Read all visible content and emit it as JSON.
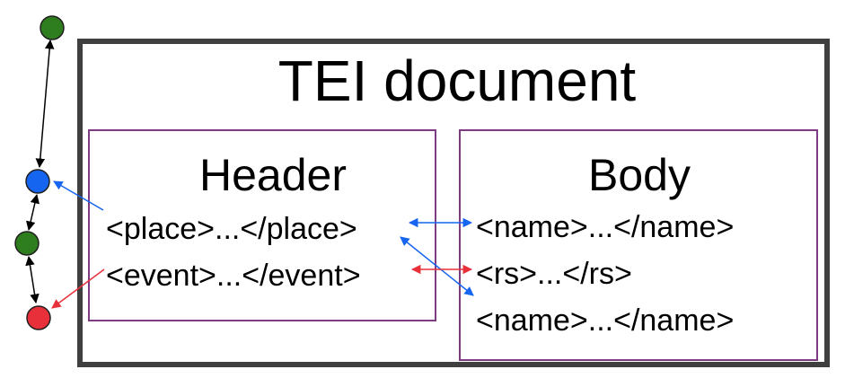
{
  "document": {
    "title": "TEI document"
  },
  "header": {
    "title": "Header",
    "tags": [
      "<place>...</place>",
      "<event>...</event>"
    ]
  },
  "body": {
    "title": "Body",
    "tags": [
      "<name>...</name>",
      "<rs>...</rs>",
      "<name>...</name>"
    ]
  },
  "graph": {
    "nodes": [
      {
        "id": "n1",
        "color": "#2e7d1f"
      },
      {
        "id": "n2",
        "color": "#1565f0"
      },
      {
        "id": "n3",
        "color": "#2e7d1f"
      },
      {
        "id": "n4",
        "color": "#e8303a"
      }
    ]
  },
  "colors": {
    "outer_border": "#3f3f3f",
    "inner_border": "#7d3b82",
    "place_link": "#1565f0",
    "event_link": "#e8303a"
  }
}
